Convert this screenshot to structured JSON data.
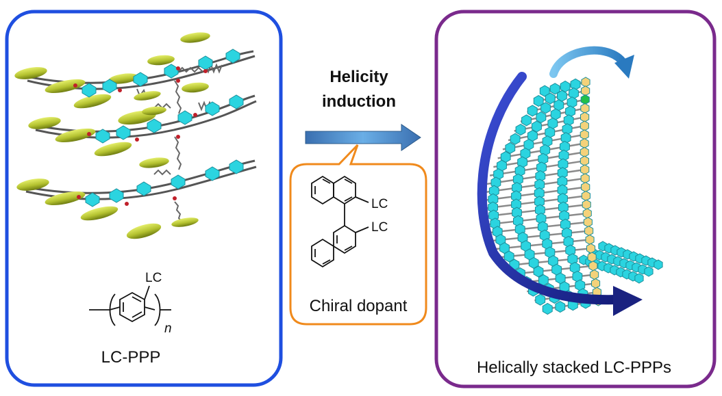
{
  "left_panel": {
    "caption": "LC-PPP",
    "structure": {
      "substituent": "LC",
      "subscript": "n"
    },
    "border_color": "#1f4fe0"
  },
  "center": {
    "arrow_label_line1": "Helicity",
    "arrow_label_line2": "induction",
    "callout_caption": "Chiral dopant",
    "binaphthyl_substituent_top": "LC",
    "binaphthyl_substituent_bottom": "LC",
    "callout_border_color": "#f08a1c"
  },
  "right_panel": {
    "caption": "Helically stacked LC-PPPs",
    "border_color": "#7a2a8c"
  },
  "colors": {
    "mesogen": "#b8c436",
    "phenyl": "#2bd4e0",
    "backbone": "#555555",
    "spiral_arrow": "#1f2a9c",
    "top_arrow": "#3a9ad8"
  }
}
